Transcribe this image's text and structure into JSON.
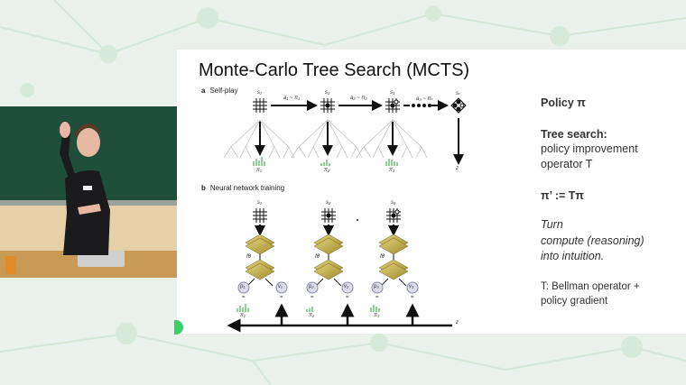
{
  "slide": {
    "title": "Monte-Carlo Tree Search (MCTS)",
    "panel_a": {
      "letter": "a",
      "label": "Self-play"
    },
    "panel_b": {
      "letter": "b",
      "label": "Neural network training"
    },
    "state_labels": [
      "s₁",
      "s₂",
      "s₃",
      "sₜ"
    ],
    "action_labels": [
      "a₁ ~ π₁",
      "a₂ ~ π₂",
      "a₃ ~ πₜ"
    ],
    "pi_labels": [
      "π₁",
      "π₂",
      "π₃"
    ],
    "z_label": "z",
    "f_label": "fθ",
    "p_labels": [
      "p₁",
      "p₂",
      "p₃"
    ],
    "v_labels": [
      "v₁",
      "v₂",
      "v₃"
    ],
    "eq": "=",
    "right_text": {
      "policy": "Policy π",
      "tree_search": "Tree search:",
      "policy_improvement": "policy improvement",
      "operator": "operator T",
      "eq": "π’ := Tπ",
      "turn": "Turn",
      "compute": "compute (reasoning)",
      "intuition": "into intuition.",
      "bellman": "T: Bellman operator +",
      "gradient": "policy gradient"
    }
  },
  "colors": {
    "background": "#e9f1ea",
    "slide": "#ffffff",
    "chalkboard": "#1f4f3a",
    "wall": "#e6d0a8",
    "accent_green": "#37d069",
    "network_gold": "#c7b24a",
    "text_gray": "#333333"
  },
  "icons": [
    "board-grid-icon",
    "arrow-icon",
    "search-tree-icon",
    "neural-net-layer-icon"
  ]
}
